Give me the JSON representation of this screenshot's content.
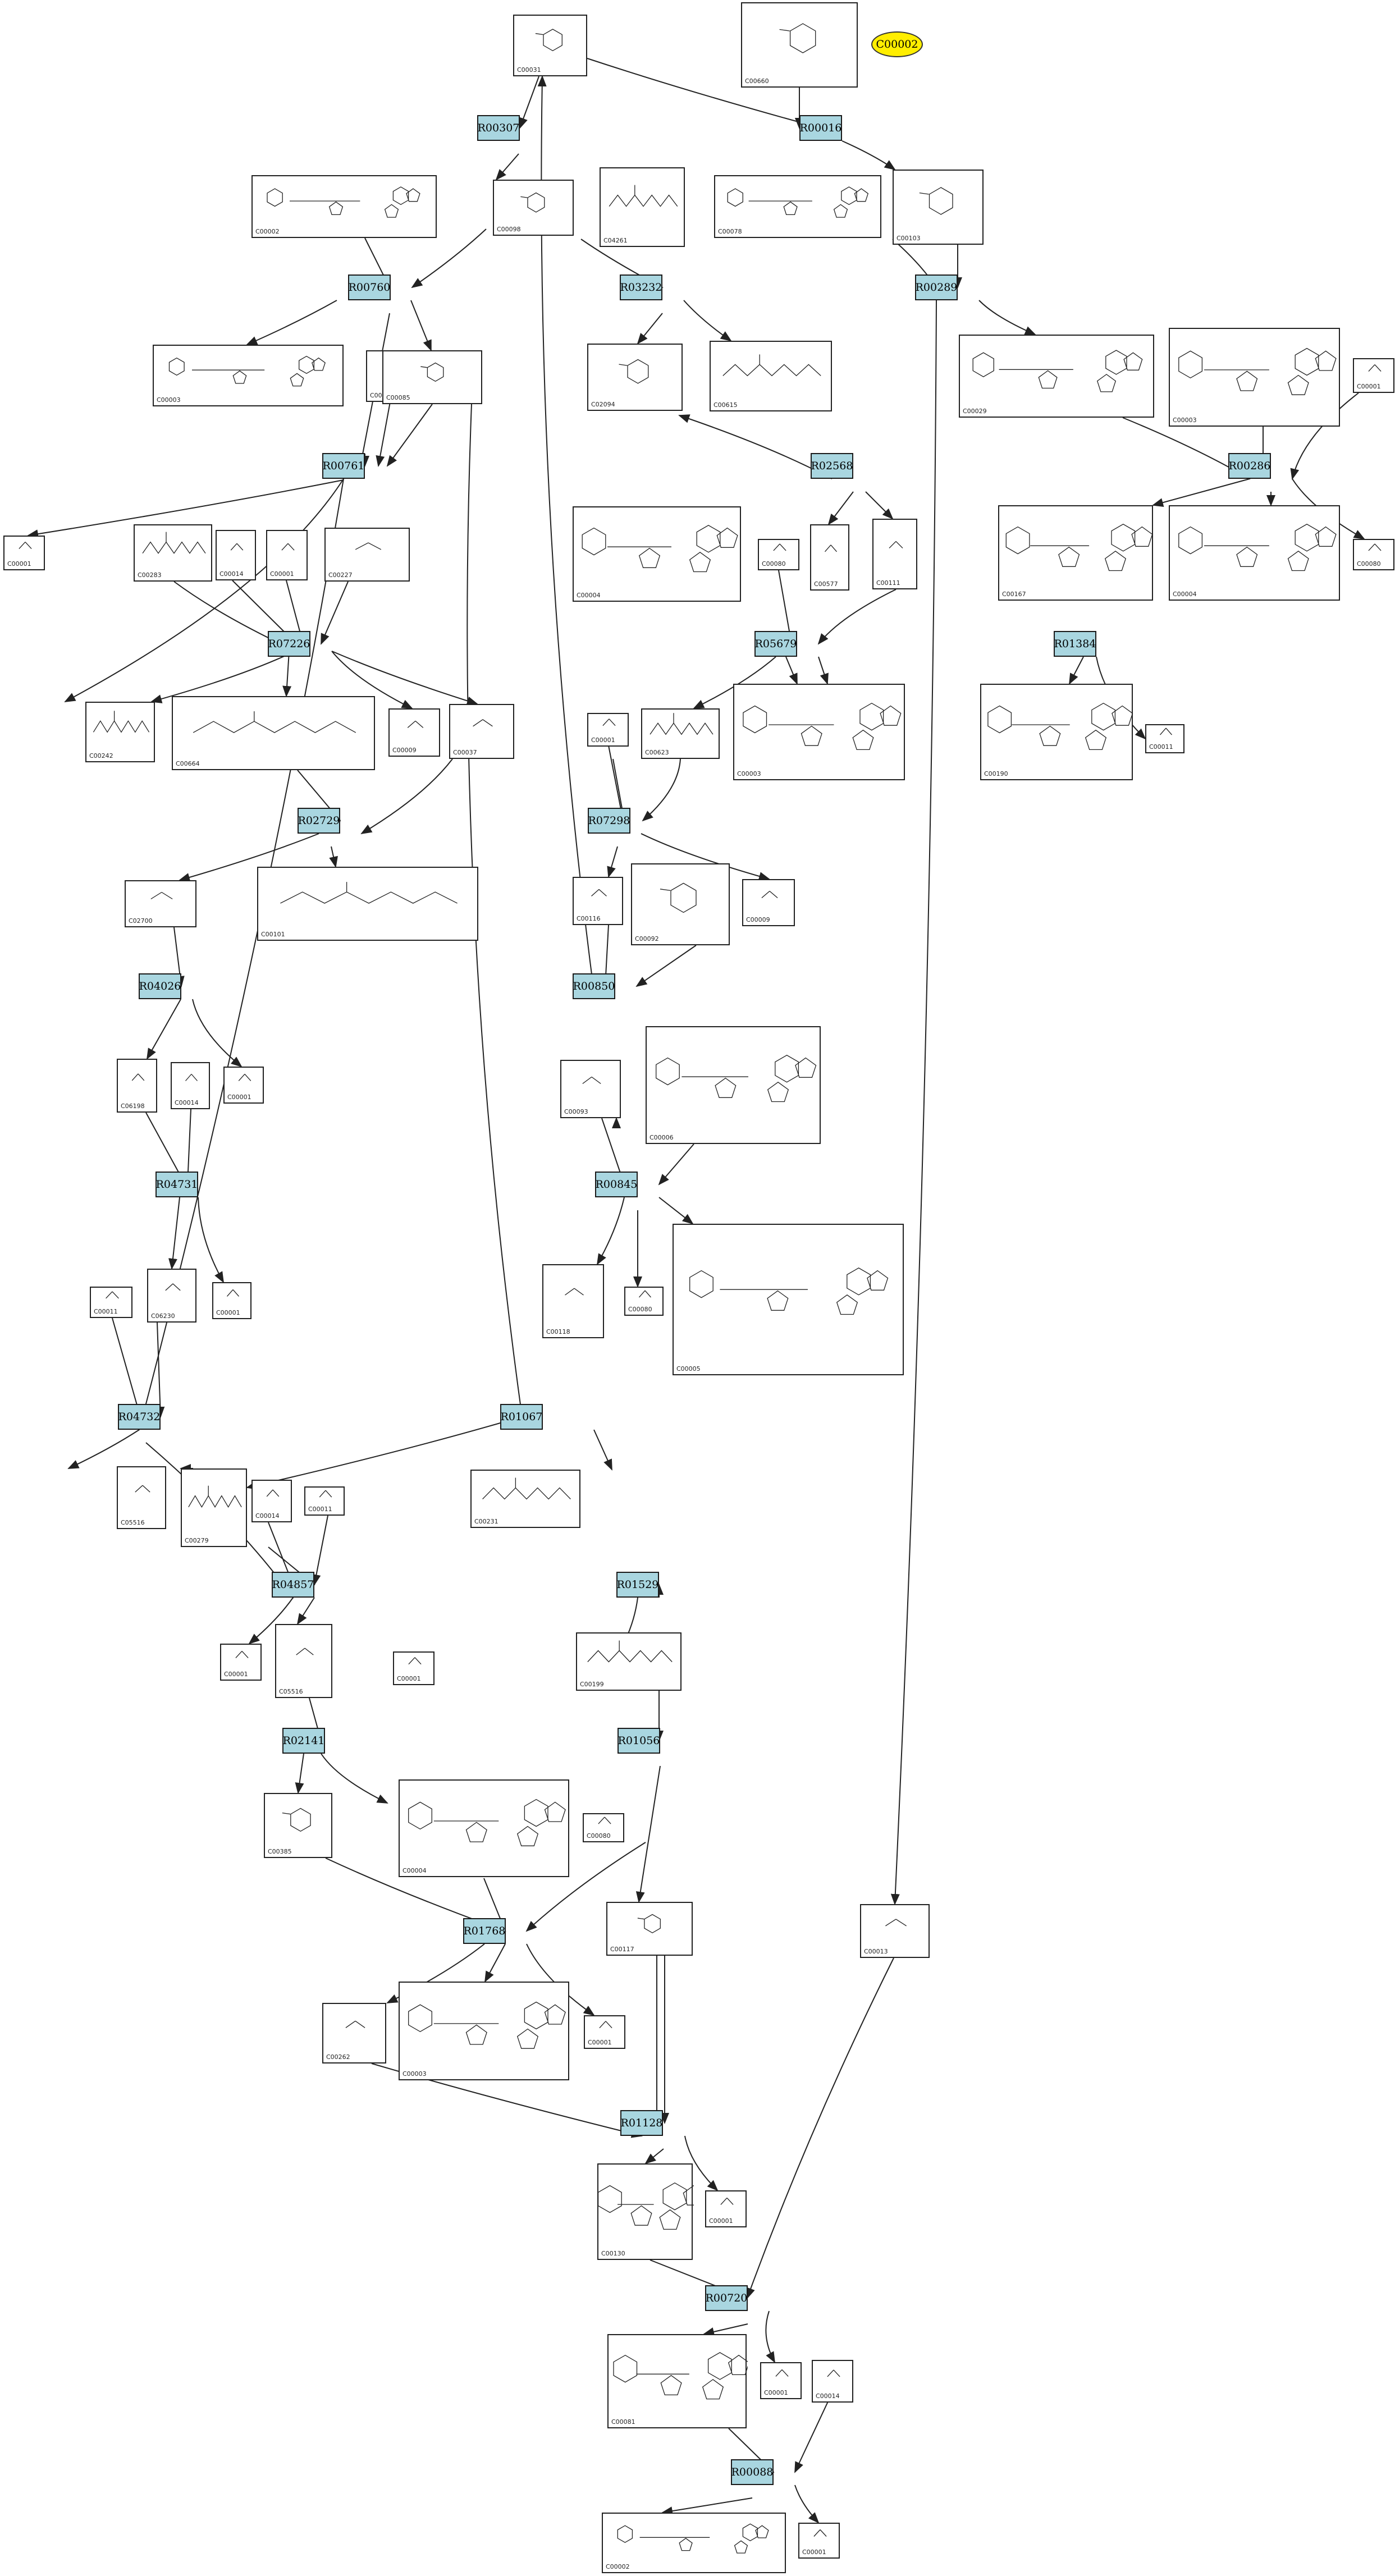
{
  "colors": {
    "reaction_fill": "#a9d6e0",
    "root_fill": "#ffee00",
    "edge": "#222222"
  },
  "root": {
    "id": "C00002"
  },
  "reactions": [
    {
      "id": "R00307"
    },
    {
      "id": "R00016"
    },
    {
      "id": "R00760"
    },
    {
      "id": "R03232"
    },
    {
      "id": "R00289"
    },
    {
      "id": "R00761"
    },
    {
      "id": "R02568"
    },
    {
      "id": "R00286"
    },
    {
      "id": "R07226"
    },
    {
      "id": "R05679"
    },
    {
      "id": "R01384"
    },
    {
      "id": "R02729"
    },
    {
      "id": "R07298"
    },
    {
      "id": "R04026"
    },
    {
      "id": "R00850"
    },
    {
      "id": "R04731"
    },
    {
      "id": "R00845"
    },
    {
      "id": "R04732"
    },
    {
      "id": "R01067"
    },
    {
      "id": "R04857"
    },
    {
      "id": "R01529"
    },
    {
      "id": "R01056"
    },
    {
      "id": "R02141"
    },
    {
      "id": "R01768"
    },
    {
      "id": "R01128"
    },
    {
      "id": "R00720"
    },
    {
      "id": "R00088"
    }
  ],
  "compounds": [
    {
      "id": "C00031",
      "kind": "ring"
    },
    {
      "id": "C00660",
      "kind": "ring"
    },
    {
      "id": "C00002",
      "kind": "nuc"
    },
    {
      "id": "C00098",
      "kind": "ring"
    },
    {
      "id": "C04261",
      "kind": "chain"
    },
    {
      "id": "C00078",
      "kind": "nuc"
    },
    {
      "id": "C00103",
      "kind": "ring"
    },
    {
      "id": "C00003",
      "kind": "nuc"
    },
    {
      "id": "C00009",
      "kind": "small"
    },
    {
      "id": "C00085",
      "kind": "ring"
    },
    {
      "id": "C02094",
      "kind": "ring"
    },
    {
      "id": "C00615",
      "kind": "chain"
    },
    {
      "id": "C00029",
      "kind": "nuc"
    },
    {
      "id": "C00003",
      "kind": "nuc"
    },
    {
      "id": "C00001",
      "kind": "small"
    },
    {
      "id": "C00001",
      "kind": "small"
    },
    {
      "id": "C00283",
      "kind": "chain"
    },
    {
      "id": "C00014",
      "kind": "small"
    },
    {
      "id": "C00001",
      "kind": "small"
    },
    {
      "id": "C00227",
      "kind": "small"
    },
    {
      "id": "C00004",
      "kind": "nuc"
    },
    {
      "id": "C00080",
      "kind": "small"
    },
    {
      "id": "C00577",
      "kind": "small"
    },
    {
      "id": "C00111",
      "kind": "small"
    },
    {
      "id": "C00167",
      "kind": "nuc"
    },
    {
      "id": "C00004",
      "kind": "nuc"
    },
    {
      "id": "C00080",
      "kind": "small"
    },
    {
      "id": "C00242",
      "kind": "chain"
    },
    {
      "id": "C00664",
      "kind": "chain"
    },
    {
      "id": "C00009",
      "kind": "small"
    },
    {
      "id": "C00037",
      "kind": "small"
    },
    {
      "id": "C00001",
      "kind": "small"
    },
    {
      "id": "C00623",
      "kind": "chain"
    },
    {
      "id": "C00003",
      "kind": "nuc"
    },
    {
      "id": "C00190",
      "kind": "nuc"
    },
    {
      "id": "C00011",
      "kind": "small"
    },
    {
      "id": "C02700",
      "kind": "small"
    },
    {
      "id": "C00101",
      "kind": "chain"
    },
    {
      "id": "C00116",
      "kind": "small"
    },
    {
      "id": "C00092",
      "kind": "ring"
    },
    {
      "id": "C00009",
      "kind": "small"
    },
    {
      "id": "C06198",
      "kind": "small"
    },
    {
      "id": "C00014",
      "kind": "small"
    },
    {
      "id": "C00001",
      "kind": "small"
    },
    {
      "id": "C00093",
      "kind": "small"
    },
    {
      "id": "C00006",
      "kind": "nuc"
    },
    {
      "id": "C06230",
      "kind": "small"
    },
    {
      "id": "C00001",
      "kind": "small"
    },
    {
      "id": "C00011",
      "kind": "small"
    },
    {
      "id": "C00118",
      "kind": "small"
    },
    {
      "id": "C00080",
      "kind": "small"
    },
    {
      "id": "C00005",
      "kind": "nuc"
    },
    {
      "id": "C00279",
      "kind": "chain"
    },
    {
      "id": "C05516",
      "kind": "small"
    },
    {
      "id": "C00014",
      "kind": "small"
    },
    {
      "id": "C00011",
      "kind": "small"
    },
    {
      "id": "C00231",
      "kind": "chain"
    },
    {
      "id": "C00001",
      "kind": "small"
    },
    {
      "id": "C05516",
      "kind": "small"
    },
    {
      "id": "C00199",
      "kind": "chain"
    },
    {
      "id": "C00001",
      "kind": "small"
    },
    {
      "id": "C00385",
      "kind": "ring"
    },
    {
      "id": "C00004",
      "kind": "nuc"
    },
    {
      "id": "C00080",
      "kind": "small"
    },
    {
      "id": "C00117",
      "kind": "ring"
    },
    {
      "id": "C00013",
      "kind": "small"
    },
    {
      "id": "C00262",
      "kind": "small"
    },
    {
      "id": "C00003",
      "kind": "nuc"
    },
    {
      "id": "C00001",
      "kind": "small"
    },
    {
      "id": "C00130",
      "kind": "nuc"
    },
    {
      "id": "C00001",
      "kind": "small"
    },
    {
      "id": "C00081",
      "kind": "nuc"
    },
    {
      "id": "C00001",
      "kind": "small"
    },
    {
      "id": "C00014",
      "kind": "small"
    },
    {
      "id": "C00002",
      "kind": "nuc"
    },
    {
      "id": "C00001",
      "kind": "small"
    }
  ]
}
